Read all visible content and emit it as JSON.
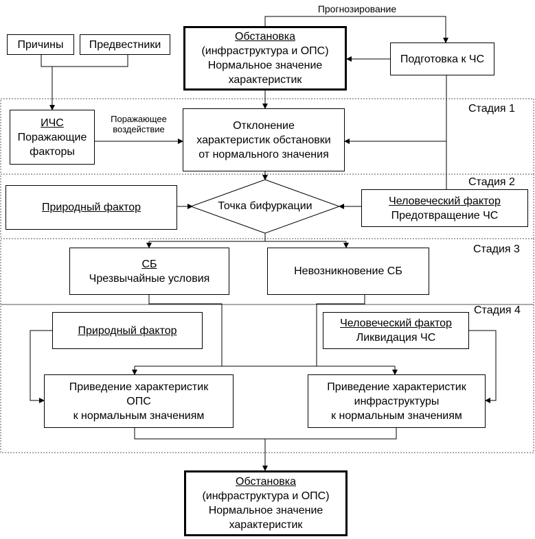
{
  "top_note": "Прогнозирование",
  "impact_note": {
    "line1": "Поражающее",
    "line2": "воздействие"
  },
  "boxes": {
    "prichiny": "Причины",
    "predvestniki": "Предвестники",
    "obstanovka_top": {
      "title": "Обстановка",
      "line1": "(инфраструктура и ОПС)",
      "line2": "Нормальное значение",
      "line3": "характеристик"
    },
    "podgotovka": "Подготовка к ЧС",
    "ichs": {
      "title": "ИЧС",
      "line1": "Поражающие",
      "line2": "факторы"
    },
    "otklonenie": {
      "line1": "Отклонение",
      "line2": "характеристик обстановки",
      "line3": "от нормального значения"
    },
    "prirodny_1": "Природный фактор",
    "bifurkacia": "Точка бифуркации",
    "chelovecheskiy_1": {
      "title": "Человеческий фактор",
      "line1": "Предотвращение ЧС"
    },
    "sb": {
      "title": "СБ",
      "line1": "Чрезвычайные условия"
    },
    "nevoznik": "Невозникновение СБ",
    "prirodny_2": "Природный фактор",
    "chelovecheskiy_2": {
      "title": "Человеческий фактор",
      "line1": "Ликвидация ЧС"
    },
    "privedenie_ops": {
      "line1": "Приведение характеристик",
      "line2": "ОПС",
      "line3": "к нормальным значениям"
    },
    "privedenie_infra": {
      "line1": "Приведение характеристик",
      "line2": "инфраструктуры",
      "line3": "к нормальным значениям"
    },
    "obstanovka_bottom": {
      "title": "Обстановка",
      "line1": "(инфраструктура и ОПС)",
      "line2": "Нормальное значение",
      "line3": "характеристик"
    }
  },
  "stages": [
    "Стадия 1",
    "Стадия 2",
    "Стадия 3",
    "Стадия 4"
  ]
}
